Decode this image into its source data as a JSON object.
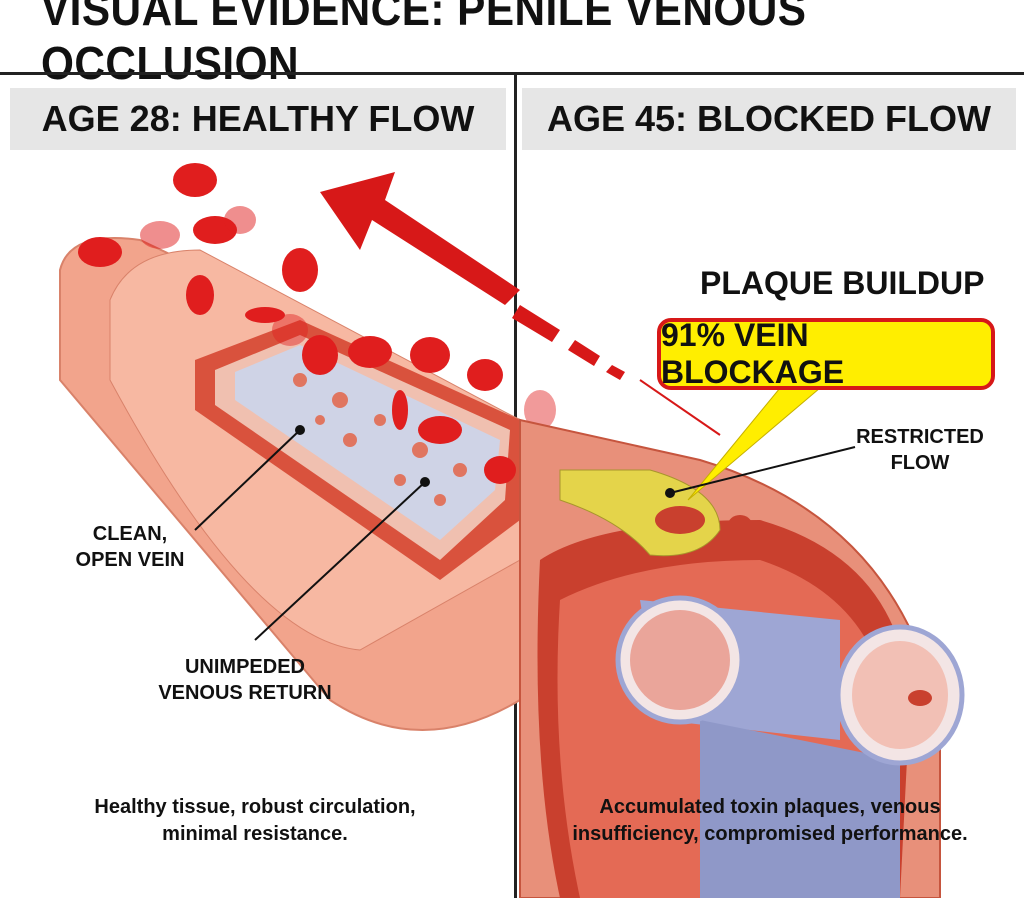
{
  "title": "VISUAL EVIDENCE: PENILE VENOUS OCCLUSION",
  "left_panel": {
    "header": "AGE 28: HEALTHY FLOW",
    "label_vein": [
      "CLEAN,",
      "OPEN VEIN"
    ],
    "label_return": [
      "UNIMPEDED",
      "VENOUS RETURN"
    ],
    "caption": [
      "Healthy tissue, robust circulation,",
      "minimal resistance."
    ]
  },
  "right_panel": {
    "header": "AGE 45: BLOCKED FLOW",
    "plaque_title": "PLAQUE BUILDUP",
    "badge": "91% VEIN BLOCKAGE",
    "label_restricted": [
      "RESTRICTED",
      "FLOW"
    ],
    "caption": [
      "Accumulated toxin plaques, venous",
      "insufficiency, compromised performance."
    ]
  },
  "colors": {
    "accent_red": "#d71818",
    "badge_yellow": "#ffee00",
    "tissue": "#f2a48c",
    "header_gray": "#e6e6e6"
  }
}
